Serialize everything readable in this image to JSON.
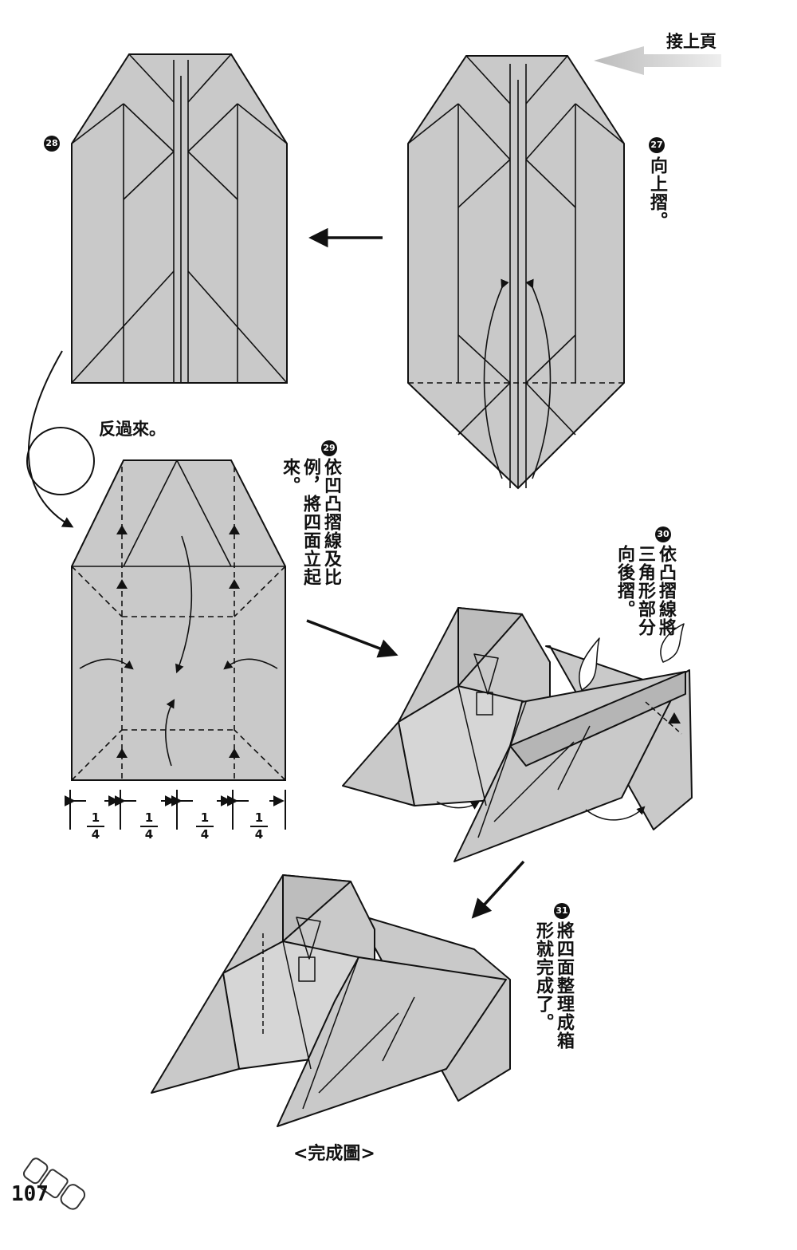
{
  "page": {
    "number": "107",
    "continued_label": "接上頁",
    "caption": "<完成圖>"
  },
  "steps": [
    {
      "num": "28",
      "text": ""
    },
    {
      "num": "27",
      "text": "向上摺。"
    },
    {
      "num": "29",
      "text": "依凹凸摺線及比例，將四面立起來。"
    },
    {
      "num": "30",
      "text": "依凸摺線將三角形部分向後摺。"
    },
    {
      "num": "31",
      "text": "將四面整理成箱形就完成了。"
    }
  ],
  "flip_label": "反過來。",
  "fraction": {
    "numerator": "1",
    "denominator": "4"
  },
  "colors": {
    "paper": "#c9c9c9",
    "line": "#111111"
  }
}
